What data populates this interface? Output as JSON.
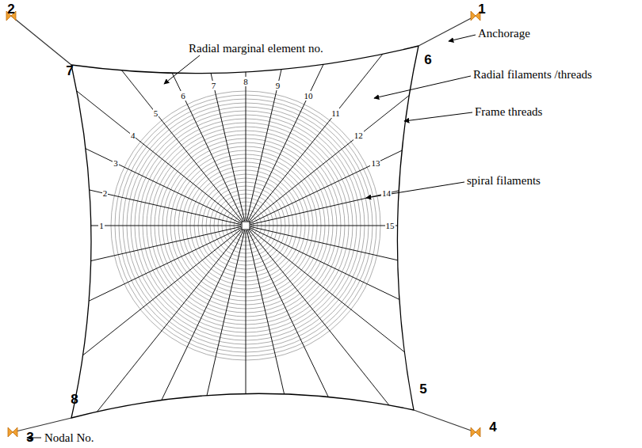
{
  "diagram": {
    "labels": [
      "2",
      "1",
      "7",
      "6",
      "8",
      "5",
      "3",
      "4",
      "Radial marginal element no.",
      "Anchorage",
      "1",
      "2",
      "3",
      "4",
      "5",
      "6",
      "7",
      "8",
      "9",
      "10",
      "11",
      "12",
      "13",
      "14",
      "15",
      "Radial filaments /threads",
      "Frame threads",
      "spiral filaments",
      "Nodal No."
    ]
  }
}
